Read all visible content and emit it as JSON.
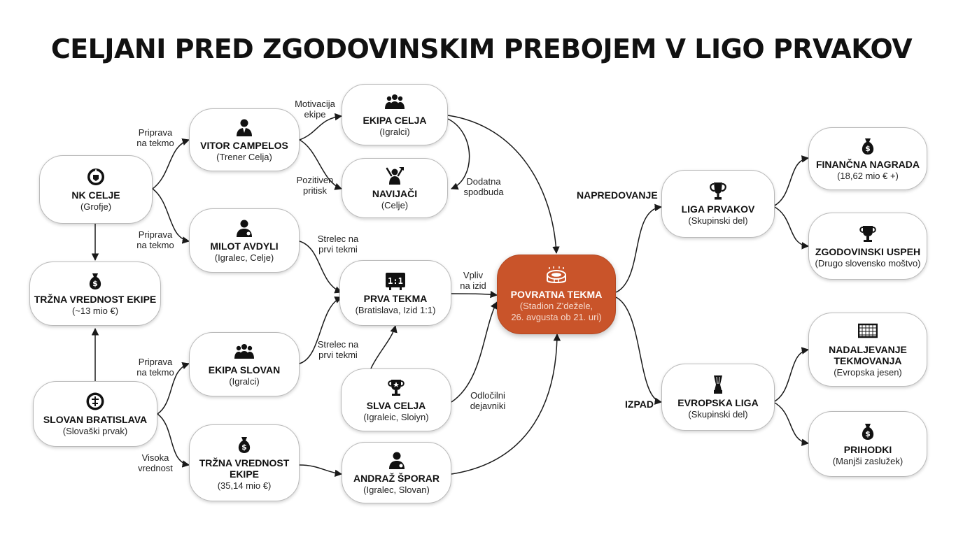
{
  "title": "CELJANI PRED ZGODOVINSKIM PREBOJEM V LIGO PRVAKOV",
  "colors": {
    "highlight": "#c9542a",
    "edge": "#1a1a1a",
    "border": "#b9b9b9"
  },
  "nodes": {
    "nk_celje": {
      "title": "NK CELJE",
      "subtitle": "(Grofje)",
      "icon": "club-crest-icon"
    },
    "trzna_celje": {
      "title": "TRŽNA VREDNOST EKIPE",
      "subtitle": "(~13 mio €)",
      "icon": "money-bag-icon"
    },
    "slovan": {
      "title": "SLOVAN BRATISLAVA",
      "subtitle": "(Slovaški prvak)",
      "icon": "club-crest-icon"
    },
    "vitor": {
      "title": "VITOR CAMPELOS",
      "subtitle": "(Trener Celja)",
      "icon": "coach-icon"
    },
    "milot": {
      "title": "MILOT AVDYLI",
      "subtitle": "(Igralec, Celje)",
      "icon": "player-icon"
    },
    "ekipa_slovan": {
      "title": "EKIPA SLOVAN",
      "subtitle": "(Igralci)",
      "icon": "team-icon"
    },
    "trzna_slovan": {
      "title": "TRŽNA VREDNOST\nEKIPE",
      "subtitle": "(35,14 mio €)",
      "icon": "money-bag-icon"
    },
    "ekipa_celja": {
      "title": "EKIPA CELJA",
      "subtitle": "(Igralci)",
      "icon": "team-icon"
    },
    "navijaci": {
      "title": "NAVIJAČI",
      "subtitle": "(Celje)",
      "icon": "fan-icon"
    },
    "prva": {
      "title": "PRVA TEKMA",
      "subtitle": "(Bratislava, Izid 1:1)",
      "icon": "scoreboard-icon",
      "score": "1:1"
    },
    "slva": {
      "title": "SLVA CELJA",
      "subtitle": "(Igraleic, Sloiyn)",
      "icon": "trophy-star-icon"
    },
    "sporar": {
      "title": "ANDRAŽ ŠPORAR",
      "subtitle": "(Igralec, Slovan)",
      "icon": "player-icon"
    },
    "povratna": {
      "title": "POVRATNA TEKMA",
      "subtitle": "(Stadion Z'dežele,\n26. avgusta ob 21. uri)",
      "icon": "stadium-icon"
    },
    "liga_prvakov": {
      "title": "LIGA PRVAKOV",
      "subtitle": "(Skupinski del)",
      "icon": "champions-cup-icon"
    },
    "evropska": {
      "title": "EVROPSKA LIGA",
      "subtitle": "(Skupinski del)",
      "icon": "europa-cup-icon"
    },
    "financna": {
      "title": "FINANČNA NAGRADA",
      "subtitle": "(18,62 mio € +)",
      "icon": "money-bag-icon"
    },
    "zgodovinski": {
      "title": "ZGODOVINSKI USPEH",
      "subtitle": "(Drugo slovensko moštvo)",
      "icon": "trophy-icon"
    },
    "nadaljevanje": {
      "title": "NADALJEVANJE\nTEKMOVANJA",
      "subtitle": "(Evropska jesen)",
      "icon": "goal-icon"
    },
    "prihodki": {
      "title": "PRIHODKI",
      "subtitle": "(Manjši zaslužek)",
      "icon": "money-bag-icon"
    }
  },
  "edge_labels": {
    "priprava_1": "Priprava\nna tekmo",
    "priprava_2": "Priprava\nna tekmo",
    "priprava_3": "Priprava\nna tekmo",
    "visoka": "Visoka\nvrednost",
    "motivacija": "Motivacija\nekipe",
    "pozitiven": "Pozitiven\npritisk",
    "dodatna": "Dodatna\nspodbuda",
    "strelec_1": "Strelec na\nprvi tekmi",
    "strelec_2": "Strelec na\nprvi tekmi",
    "vpliv": "Vpliv\nna izid",
    "odlocilni": "Odločilni\ndejavniki"
  },
  "outcomes": {
    "napredovanje": "NAPREDOVANJE",
    "izpad": "IZPAD"
  }
}
